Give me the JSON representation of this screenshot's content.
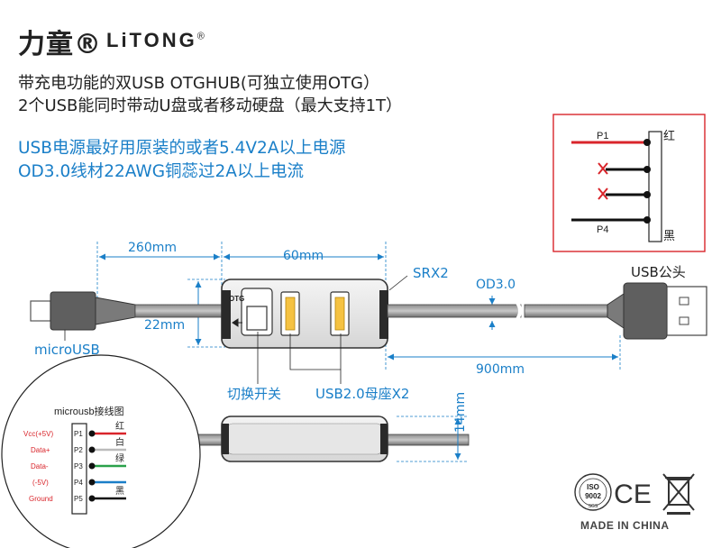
{
  "brand": {
    "cn": "力童®",
    "en": "LiTONG",
    "reg": "®"
  },
  "desc": {
    "line1": "带充电功能的双USB OTGHUB(可独立使用OTG）",
    "line2": "2个USB能同时带动U盘或者移动硬盘（最大支持1T）",
    "power": "USB电源最好用原装的或者5.4V2A以上电源",
    "cable": "OD3.0线材22AWG铜蕊过2A以上电流"
  },
  "dimensions": {
    "micro_len": "260mm",
    "box_len": "60mm",
    "box_w": "22mm",
    "box_h": "14mm",
    "od": "OD3.0",
    "usb_len": "900mm"
  },
  "labels": {
    "srx": "SRX2",
    "usb_male": "USB公头",
    "micro": "microUSB",
    "switch": "切换开关",
    "ports": "USB2.0母座X2",
    "otg": "OTG",
    "made": "MADE IN CHINA"
  },
  "usb_pinout": {
    "pins": [
      "P1",
      "P4"
    ],
    "colors": [
      "红",
      "黑"
    ],
    "line_colors": [
      "#d9252b",
      "#111111"
    ]
  },
  "micro_pinout": {
    "title": "microusb接线图",
    "signals": [
      "Vcc(+5V)",
      "Data+",
      "Data-",
      "(-5V)",
      "Ground"
    ],
    "pins": [
      "P1",
      "P2",
      "P3",
      "P4",
      "P5"
    ],
    "colors": [
      "红",
      "白",
      "绿",
      "黑"
    ],
    "line_colors": [
      "#d9252b",
      "#ffffff",
      "#2aa14a",
      "#1a7fc8"
    ]
  },
  "certs": {
    "iso": "ISO",
    "iso_num": "9002",
    "sgs": "SGS",
    "ce": "CE"
  }
}
